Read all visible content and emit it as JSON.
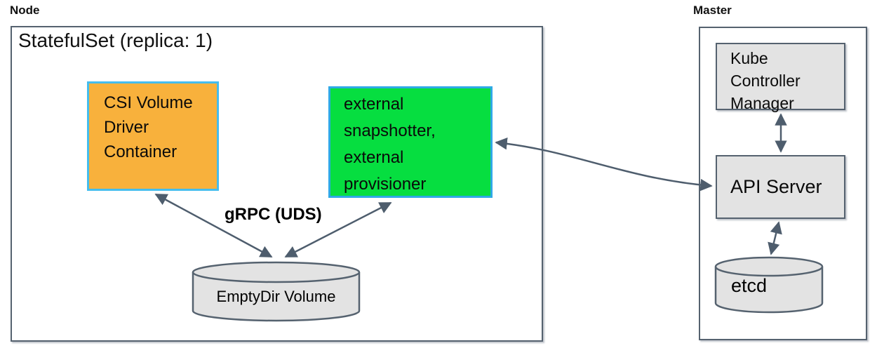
{
  "node": {
    "label": "Node",
    "statefulset_title": "StatefulSet (replica: 1)",
    "csi_box": {
      "lines": [
        "CSI Volume",
        "Driver",
        "Container"
      ]
    },
    "sidecar_box": {
      "lines": [
        "external",
        "snapshotter,",
        "external",
        "provisioner"
      ]
    },
    "grpc_label": "gRPC (UDS)",
    "emptydir_label": "EmptyDir Volume"
  },
  "master": {
    "label": "Master",
    "kcm_box": {
      "lines": [
        "Kube",
        "Controller",
        "Manager"
      ]
    },
    "api_server_label": "API Server",
    "etcd_label": "etcd"
  },
  "colors": {
    "csi_box_fill": "#F8B13C",
    "csi_box_border": "#45BDEE",
    "sidecar_box_fill": "#06DE40",
    "sidecar_box_border": "#2FA9E5",
    "gray_fill": "#E3E3E3",
    "outline": "#55626F",
    "arrow": "#4E5D6D",
    "text": "#0a0a0a"
  }
}
